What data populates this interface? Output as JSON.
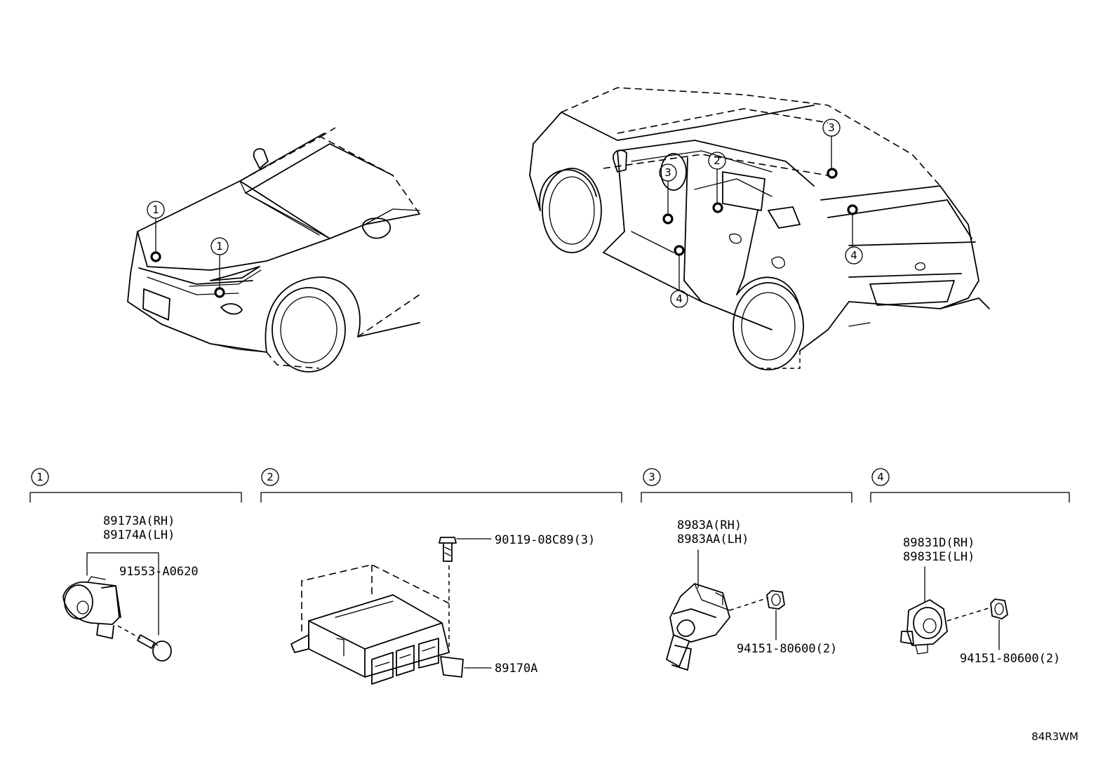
{
  "callouts": {
    "front_1a": "1",
    "front_1b": "1",
    "rear_3a": "3",
    "rear_2": "2",
    "rear_3b": "3",
    "rear_4a": "4",
    "rear_4b": "4"
  },
  "sections": [
    {
      "number": "1",
      "parts": [
        "89173A(RH)",
        "89174A(LH)",
        "91553-A0620"
      ]
    },
    {
      "number": "2",
      "parts": [
        "90119-08C89(3)",
        "89170A"
      ]
    },
    {
      "number": "3",
      "parts": [
        "8983A(RH)",
        "8983AA(LH)",
        "94151-80600(2)"
      ]
    },
    {
      "number": "4",
      "parts": [
        "89831D(RH)",
        "89831E(LH)",
        "94151-80600(2)"
      ]
    }
  ],
  "diagram_code": "84R3WM"
}
